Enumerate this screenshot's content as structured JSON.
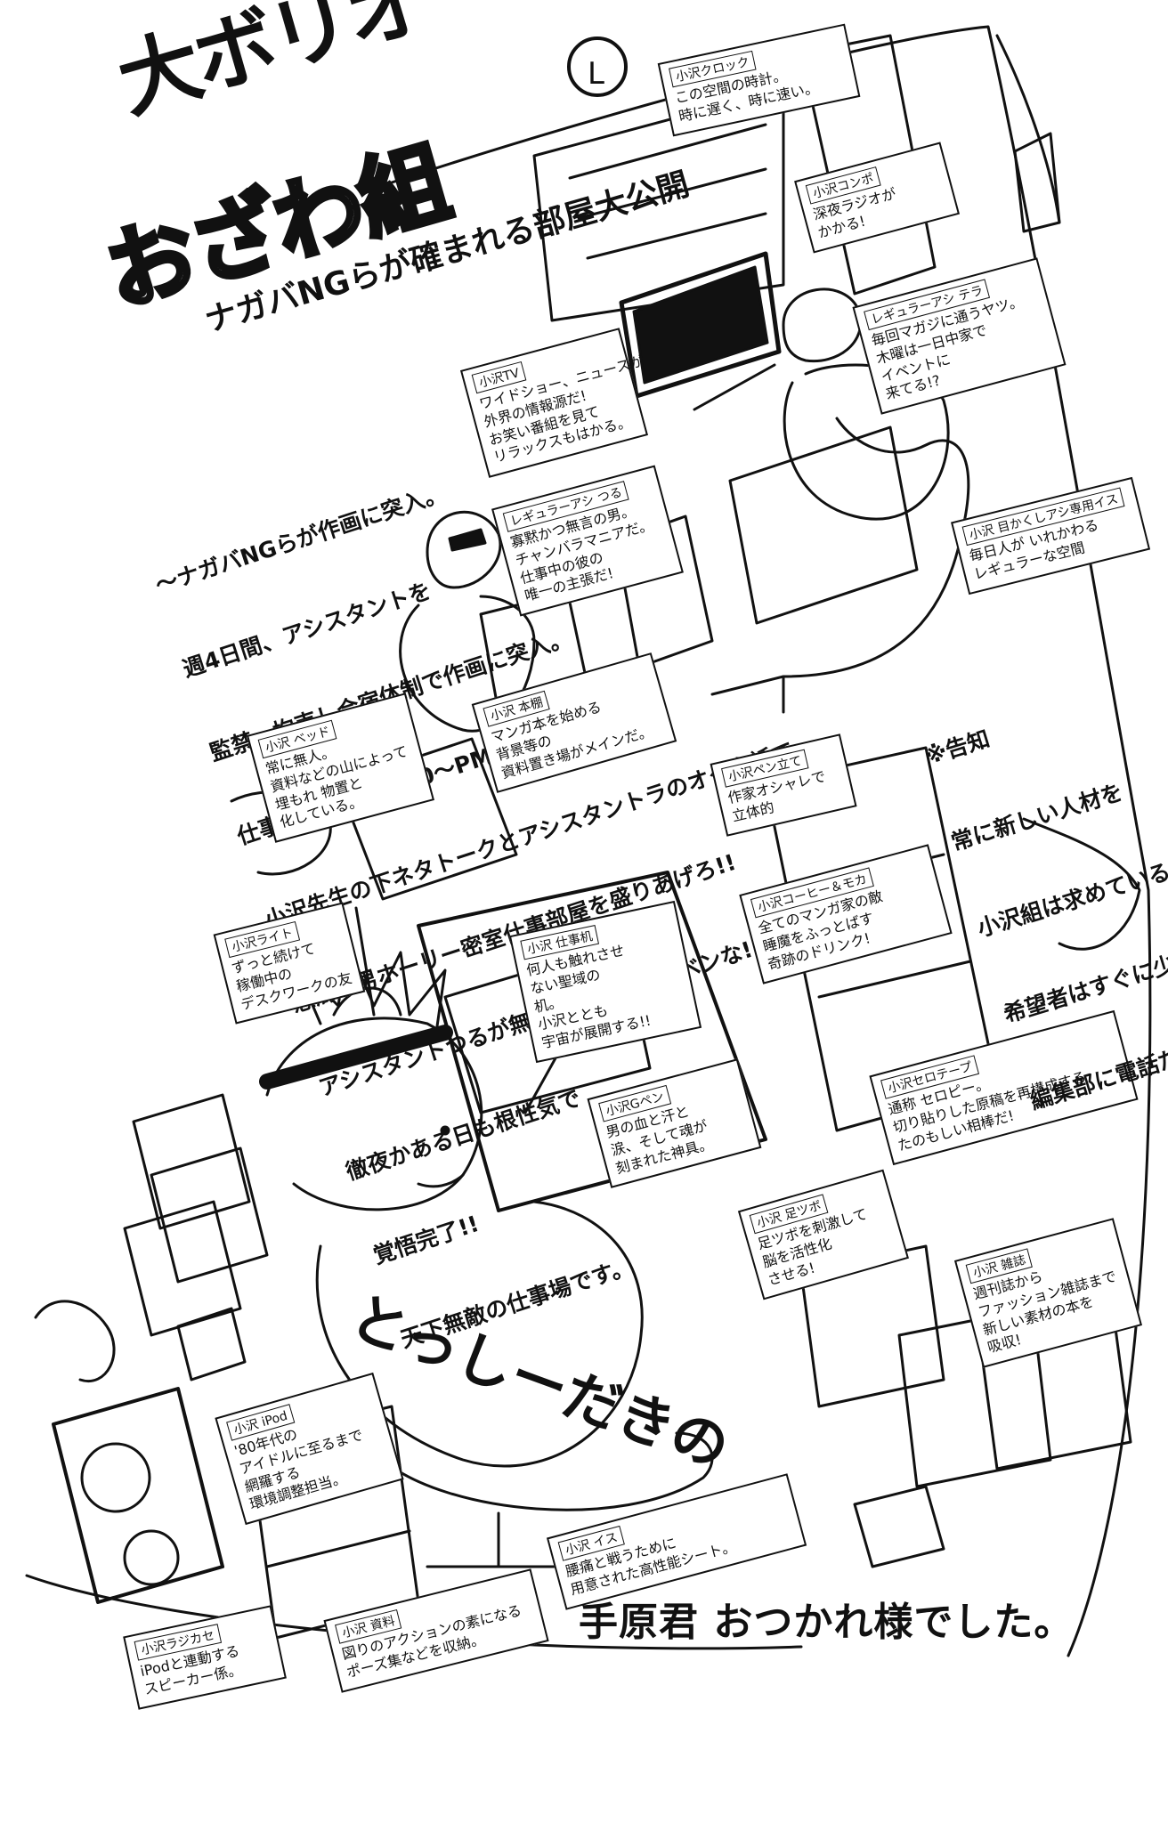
{
  "title": {
    "line1": "大ボリオ",
    "line2": "おざわ組",
    "subtitle": "ナガバNGらが確まれる部屋大公開"
  },
  "intro_lines": [
    "〜ナガバNGらが作画に突入。",
    "週4日間、アシスタントを",
    "監禁、拘束し合宿体制で作画に突入。",
    "仕事時間はAM7:00〜PM11:00くらい。",
    "小沢先生の下ネタトークとアシスタントラのオタク話で",
    "怒濤の男ホーリー密室仕事部屋を盛りあげろ!!",
    "アシスタントつるが無口なのは、カンベンな!!",
    "徹夜かある日も根性気で",
    "覚悟完了!!",
    "天下無敵の仕事場です。"
  ],
  "callouts": {
    "clock": {
      "label": "小沢クロック",
      "body": [
        "この空間の時計。",
        "時に遅く、時に速い。"
      ]
    },
    "compo": {
      "label": "小沢コンポ",
      "body": [
        "深夜ラジオが",
        "かかる!"
      ]
    },
    "regular_ashi_tera": {
      "label": "レギュラーアシ テラ",
      "body": [
        "毎回マガジに通うヤツ。",
        "木曜は一日中家で",
        "イベントに",
        "来てる!?"
      ]
    },
    "tv": {
      "label": "小沢TV",
      "body": [
        "ワイドショー、ニュースが",
        "外界の情報源だ!",
        "お笑い番組を見て",
        "リラックスもはかる。"
      ]
    },
    "regular_ashi_tsuru": {
      "label": "レギュラーアシ つる",
      "body": [
        "寡黙かつ無言の男。",
        "チャンバラマニアだ。",
        "仕事中の彼の",
        "唯一の主張だ!"
      ]
    },
    "eye_chair": {
      "label": "小沢 目かくしアシ専用イス",
      "body": [
        "毎日人が いれかわる",
        "レギュラーな空間"
      ]
    },
    "honpa": {
      "label": "小沢 本棚",
      "body": [
        "マンガ本を始める",
        "背景等の",
        "資料置き場がメインだ。"
      ]
    },
    "bed": {
      "label": "小沢 ベッド",
      "body": [
        "常に無人。",
        "資料などの山によって",
        "埋もれ 物置と",
        "化している。"
      ]
    },
    "pen_stand": {
      "label": "小沢ペン立て",
      "body": [
        "作家オシャレで",
        "立体的"
      ]
    },
    "light": {
      "label": "小沢ライト",
      "body": [
        "ずっと続けて",
        "稼働中の",
        "デスクワークの友"
      ]
    },
    "desk": {
      "label": "小沢 仕事机",
      "body": [
        "何人も触れさせ",
        "ない聖域の",
        "机。",
        "小沢ととも",
        "宇宙が展開する!!"
      ]
    },
    "coffee": {
      "label": "小沢コーヒー＆モカ",
      "body": [
        "全てのマンガ家の敵",
        "睡魔をふっとばす",
        "奇跡のドリンク!"
      ]
    },
    "g_pen": {
      "label": "小沢Gペン",
      "body": [
        "男の血と汗と",
        "涙、そして魂が",
        "刻まれた神具。"
      ]
    },
    "cello": {
      "label": "小沢セロテープ",
      "body": [
        "通称 セロピー。",
        "切り貼りした原稿を再構成する",
        "たのもしい相棒だ!"
      ]
    },
    "foot_tsubo": {
      "label": "小沢 足ツボ",
      "body": [
        "足ツボを刺激して",
        "脳を活性化",
        "させる!"
      ]
    },
    "books": {
      "label": "小沢 雑誌",
      "body": [
        "週刊誌から",
        "ファッション雑誌まで",
        "新しい素材の本を",
        "吸収!"
      ]
    },
    "ipod": {
      "label": "小沢 iPod",
      "body": [
        "'80年代の",
        "アイドルに至るまで",
        "網羅する",
        "環境調整担当。"
      ]
    },
    "chair": {
      "label": "小沢 イス",
      "body": [
        "腰痛と戦うために",
        "用意された高性能シート。"
      ]
    },
    "radio": {
      "label": "小沢ラジカセ",
      "body": [
        "iPodと連動する",
        "スピーカー係。"
      ]
    },
    "shiryo": {
      "label": "小沢 資料",
      "body": [
        "図りのアクションの素になる",
        "ポーズ集などを収納。"
      ]
    }
  },
  "wanted_notice": [
    "※告知",
    "常に新しい人材を",
    "小沢組は求めている!",
    "希望者はすぐに少年サンデー",
    "編集部に電話だ!!"
  ],
  "shirt_text": "とっしーだきの",
  "clock_text": "L",
  "thanks": "手原君 おつかれ様でした。"
}
